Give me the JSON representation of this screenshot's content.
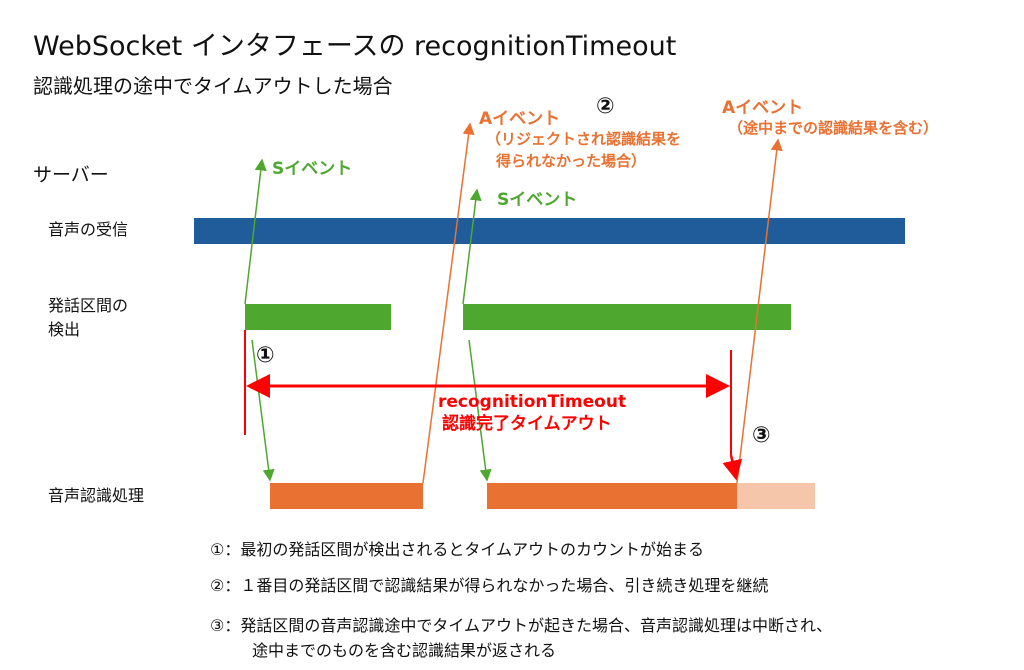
{
  "title": "WebSocket インタフェースの recognitionTimeout",
  "subtitle": "認識処理の途中でタイムアウトした場合",
  "lanes": {
    "server": "サーバー",
    "audio": "音声の受信",
    "detect_l1": "発話区間の",
    "detect_l2": "検出",
    "recog": "音声認識処理"
  },
  "events": {
    "s1": "Sイベント",
    "s2": "Sイベント",
    "a1": "Aイベント",
    "a1_l1": "（リジェクトされ認識結果を",
    "a1_l2": "得られなかった場合）",
    "a2": "Aイベント",
    "a2_l1": "（途中までの認識結果を含む）"
  },
  "timeout": {
    "l1": "recognitionTimeout",
    "l2": "認識完了タイムアウト"
  },
  "markers": {
    "m1": "①",
    "m2": "②",
    "m3": "③"
  },
  "notes": [
    "①：最初の発話区間が検出されるとタイムアウトのカウントが始まる",
    "②：１番目の発話区間で認識結果が得られなかった場合、引き続き処理を継続",
    "③：発話区間の音声認識途中でタイムアウトが起きた場合、音声認識処理は中断され、",
    "途中までのものを含む認識結果が返される"
  ],
  "colors": {
    "blue": "#1F5C99",
    "green": "#4EA72E",
    "orange": "#E97132",
    "light_orange": "#F5C6A9",
    "red": "#FF0000"
  }
}
